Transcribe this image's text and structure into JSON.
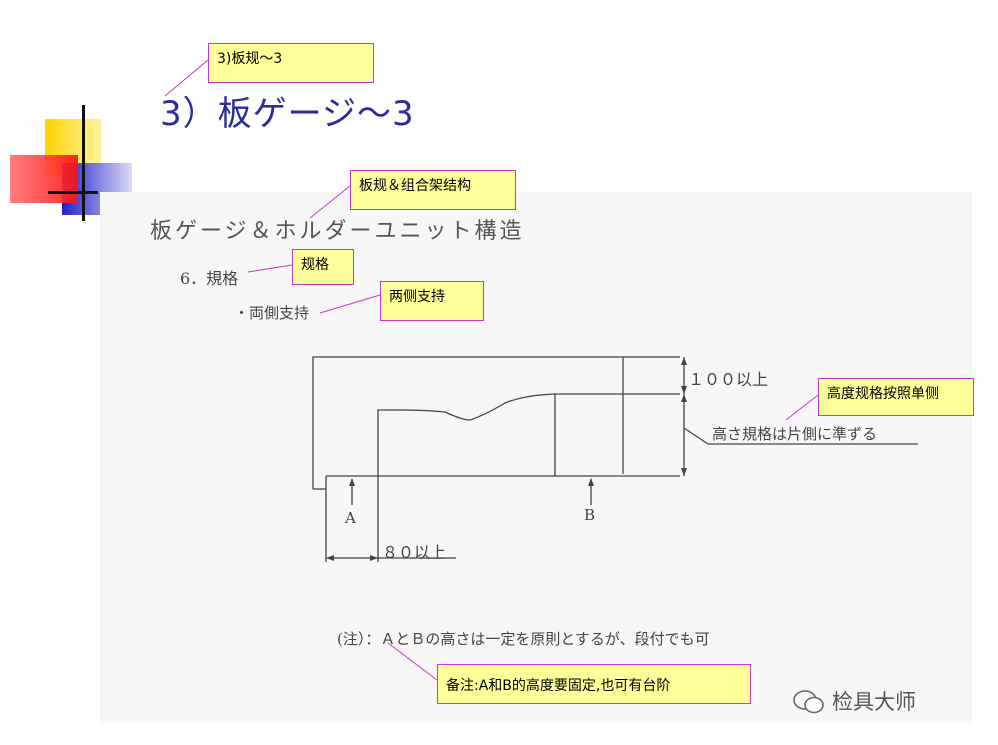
{
  "slide": {
    "title": "3）板ゲージ～3",
    "colors": {
      "title": "#2b2b9c",
      "callout_bg": "#ffff99",
      "callout_border": "#cc33cc"
    }
  },
  "callouts": {
    "title_cn": "3)板规～3",
    "heading_cn": "板规＆组合架结构",
    "spec_cn": "规格",
    "support_cn": "两侧支持",
    "height_cn": "高度规格按照单侧",
    "note_cn": "备注:A和B的高度要固定,也可有台阶"
  },
  "scan": {
    "heading": "板ゲージ＆ホルダーユニット構造",
    "section": "6．規格",
    "support": "・両側支持",
    "dim_top": "１００以上",
    "dim_height": "高さ規格は片側に準ずる",
    "label_a": "A",
    "label_b": "B",
    "dim_bottom": "８０以上",
    "note": "(注）：ＡとＢの高さは一定を原則とするが、段付でも可"
  },
  "watermark": {
    "text": "检具大师",
    "icon": "wechat-icon"
  }
}
